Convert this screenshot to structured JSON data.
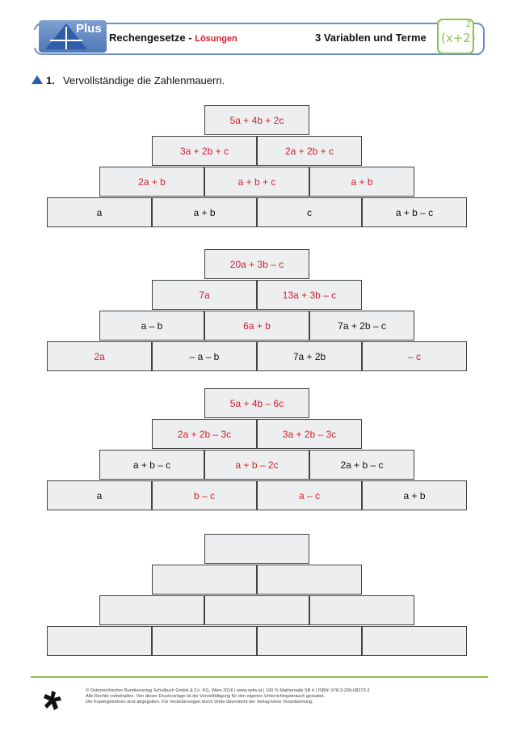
{
  "header": {
    "logo_label": "Plus",
    "title": "Rechengesetze",
    "separator": " - ",
    "subtitle": "Lösungen",
    "chapter": "3  Variablen und Terme",
    "math_logo_text": "(x+2)",
    "math_logo_exp": "2"
  },
  "task": {
    "number": "1.",
    "text": "Vervollständige die Zahlenmauern."
  },
  "colors": {
    "red": "#d3202f",
    "blue": "#2f5ea8",
    "green": "#8bc34a"
  },
  "walls": [
    {
      "rows": [
        [
          {
            "text": "5a + 4b + 2c",
            "color": "red"
          }
        ],
        [
          {
            "text": "3a + 2b + c",
            "color": "red"
          },
          {
            "text": "2a + 2b + c",
            "color": "red"
          }
        ],
        [
          {
            "text": "2a + b",
            "color": "red"
          },
          {
            "text": "a + b + c",
            "color": "red"
          },
          {
            "text": "a + b",
            "color": "red"
          }
        ],
        [
          {
            "text": "a",
            "color": "black"
          },
          {
            "text": "a + b",
            "color": "black"
          },
          {
            "text": "c",
            "color": "black"
          },
          {
            "text": "a + b – c",
            "color": "black"
          }
        ]
      ]
    },
    {
      "rows": [
        [
          {
            "text": "20a + 3b – c",
            "color": "red"
          }
        ],
        [
          {
            "text": "7a",
            "color": "red"
          },
          {
            "text": "13a + 3b – c",
            "color": "red"
          }
        ],
        [
          {
            "text": "a – b",
            "color": "black"
          },
          {
            "text": "6a + b",
            "color": "red"
          },
          {
            "text": "7a + 2b – c",
            "color": "black"
          }
        ],
        [
          {
            "text": "2a",
            "color": "red"
          },
          {
            "text": "– a – b",
            "color": "black"
          },
          {
            "text": "7a + 2b",
            "color": "black"
          },
          {
            "text": "– c",
            "color": "red"
          }
        ]
      ]
    },
    {
      "rows": [
        [
          {
            "text": "5a + 4b – 6c",
            "color": "red"
          }
        ],
        [
          {
            "text": "2a + 2b – 3c",
            "color": "red"
          },
          {
            "text": "3a + 2b – 3c",
            "color": "red"
          }
        ],
        [
          {
            "text": "a + b – c",
            "color": "black"
          },
          {
            "text": "a + b – 2c",
            "color": "red"
          },
          {
            "text": "2a + b – c",
            "color": "black"
          }
        ],
        [
          {
            "text": "a",
            "color": "black"
          },
          {
            "text": "b – c",
            "color": "red"
          },
          {
            "text": "a – c",
            "color": "red"
          },
          {
            "text": "a + b",
            "color": "black"
          }
        ]
      ]
    },
    {
      "rows": [
        [
          {
            "text": "",
            "color": "black"
          }
        ],
        [
          {
            "text": "",
            "color": "black"
          },
          {
            "text": "",
            "color": "black"
          }
        ],
        [
          {
            "text": "",
            "color": "black"
          },
          {
            "text": "",
            "color": "black"
          },
          {
            "text": "",
            "color": "black"
          }
        ],
        [
          {
            "text": "",
            "color": "black"
          },
          {
            "text": "",
            "color": "black"
          },
          {
            "text": "",
            "color": "black"
          },
          {
            "text": "",
            "color": "black"
          }
        ]
      ]
    }
  ],
  "footer": {
    "line1": "© Österreichischer Bundesverlag Schulbuch GmbH & Co. KG, Wien 2016 | www.oebv.at | 100 % Mathematik SB 4 | ISBN: 978-3-209-08273-2",
    "line2": "Alle Rechte vorbehalten. Von dieser Druckvorlage ist die Vervielfältigung für den eigenen Unterrichtsgebrauch gestattet.",
    "line3": "Die Kopiergebühren sind abgegolten. Für Veränderungen durch Dritte übernimmt der Verlag keine Verantwortung."
  }
}
